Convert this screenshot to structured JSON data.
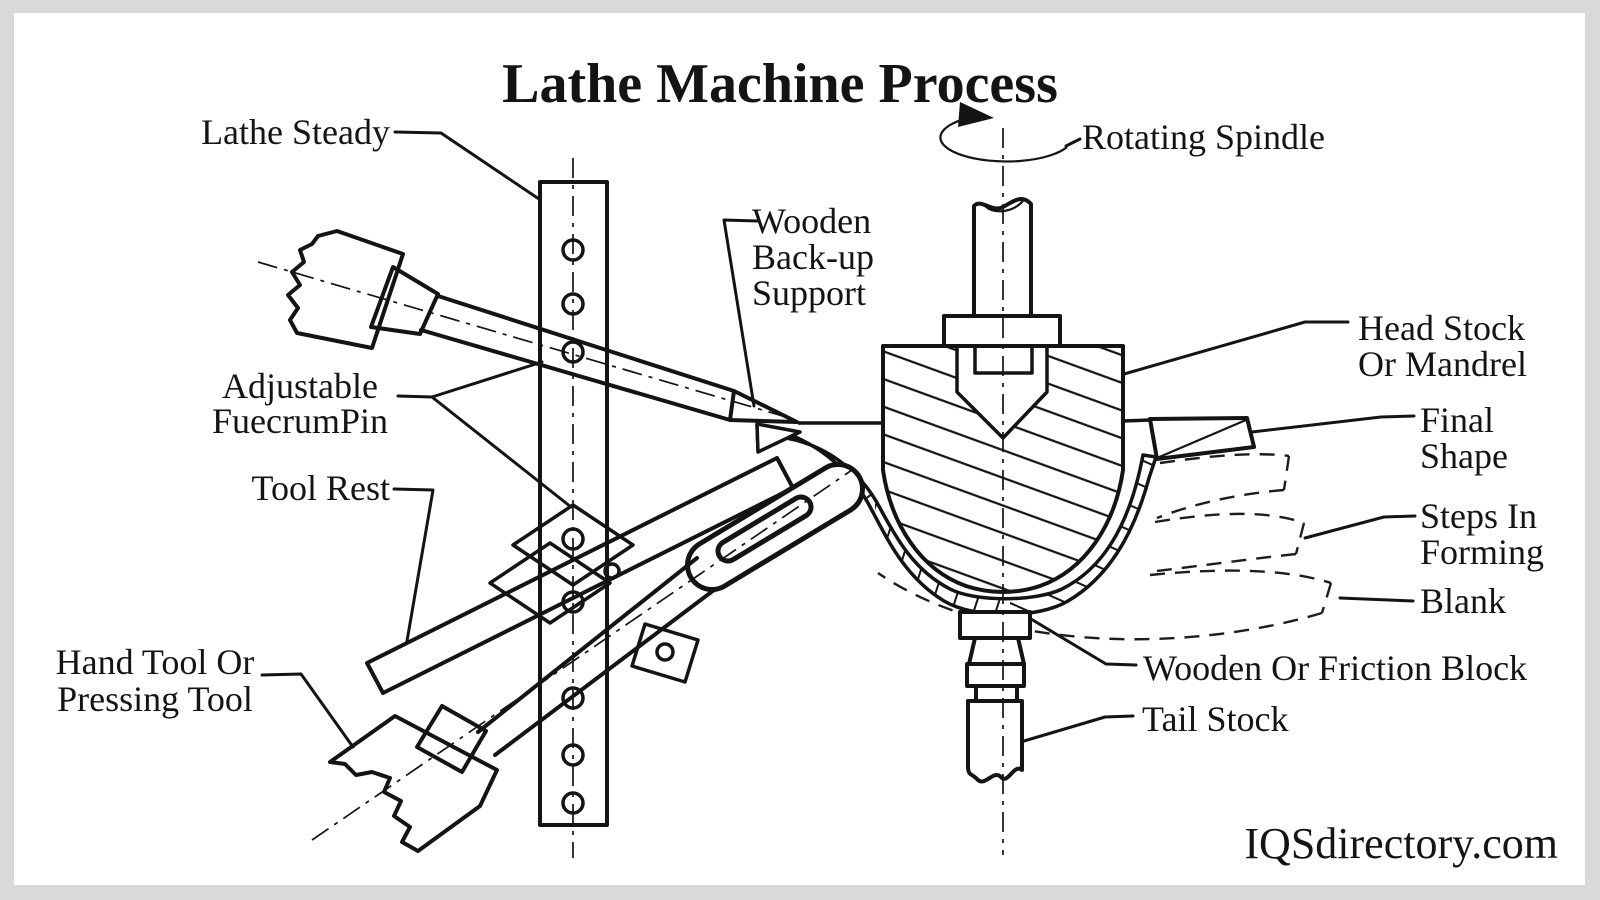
{
  "title": "Lathe Machine Process",
  "watermark": "IQSdirectory.com",
  "labels": {
    "lathe_steady": "Lathe Steady",
    "wooden_backup": [
      "Wooden",
      "Back-up",
      "Support"
    ],
    "adjustable_fulcrum": [
      "Adjustable",
      "FuecrumPin"
    ],
    "tool_rest": "Tool Rest",
    "hand_tool": [
      "Hand Tool Or",
      "Pressing Tool"
    ],
    "rotating_spindle": "Rotating Spindle",
    "head_stock": [
      "Head Stock",
      "Or Mandrel"
    ],
    "final_shape": [
      "Final",
      "Shape"
    ],
    "steps_in_forming": [
      "Steps In",
      "Forming"
    ],
    "blank": "Blank",
    "friction_block": "Wooden Or Friction Block",
    "tail_stock": "Tail Stock"
  },
  "colors": {
    "line": "#141414",
    "background": "#ffffff",
    "frame": "#d9d9d9"
  }
}
